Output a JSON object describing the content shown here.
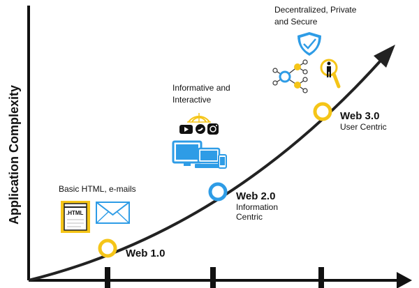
{
  "axis": {
    "ylabel": "Application Complexity"
  },
  "stages": [
    {
      "name": "Web 1.0",
      "sub": [],
      "desc": [
        "Basic HTML, e-mails"
      ],
      "marker_color": "#F5C518",
      "icons": [
        "html-file-icon",
        "envelope-icon"
      ]
    },
    {
      "name": "Web 2.0",
      "sub": [
        "Information",
        "Centric"
      ],
      "desc": [
        "Informative and",
        "Interactive"
      ],
      "marker_color": "#2E9CE6",
      "icons": [
        "wifi-icon",
        "youtube-icon",
        "twitter-icon",
        "instagram-icon",
        "monitor-icon",
        "laptop-icon",
        "tablet-icon"
      ]
    },
    {
      "name": "Web 3.0",
      "sub": [
        "User Centric"
      ],
      "desc": [
        "Decentralized, Private",
        "and Secure"
      ],
      "marker_color": "#F5C518",
      "icons": [
        "shield-check-icon",
        "network-nodes-icon",
        "user-search-icon"
      ]
    }
  ],
  "colors": {
    "curve": "#222222",
    "blue": "#2E9CE6",
    "yellow": "#F5C518",
    "text": "#111111"
  },
  "html_file_text": ".HTML"
}
